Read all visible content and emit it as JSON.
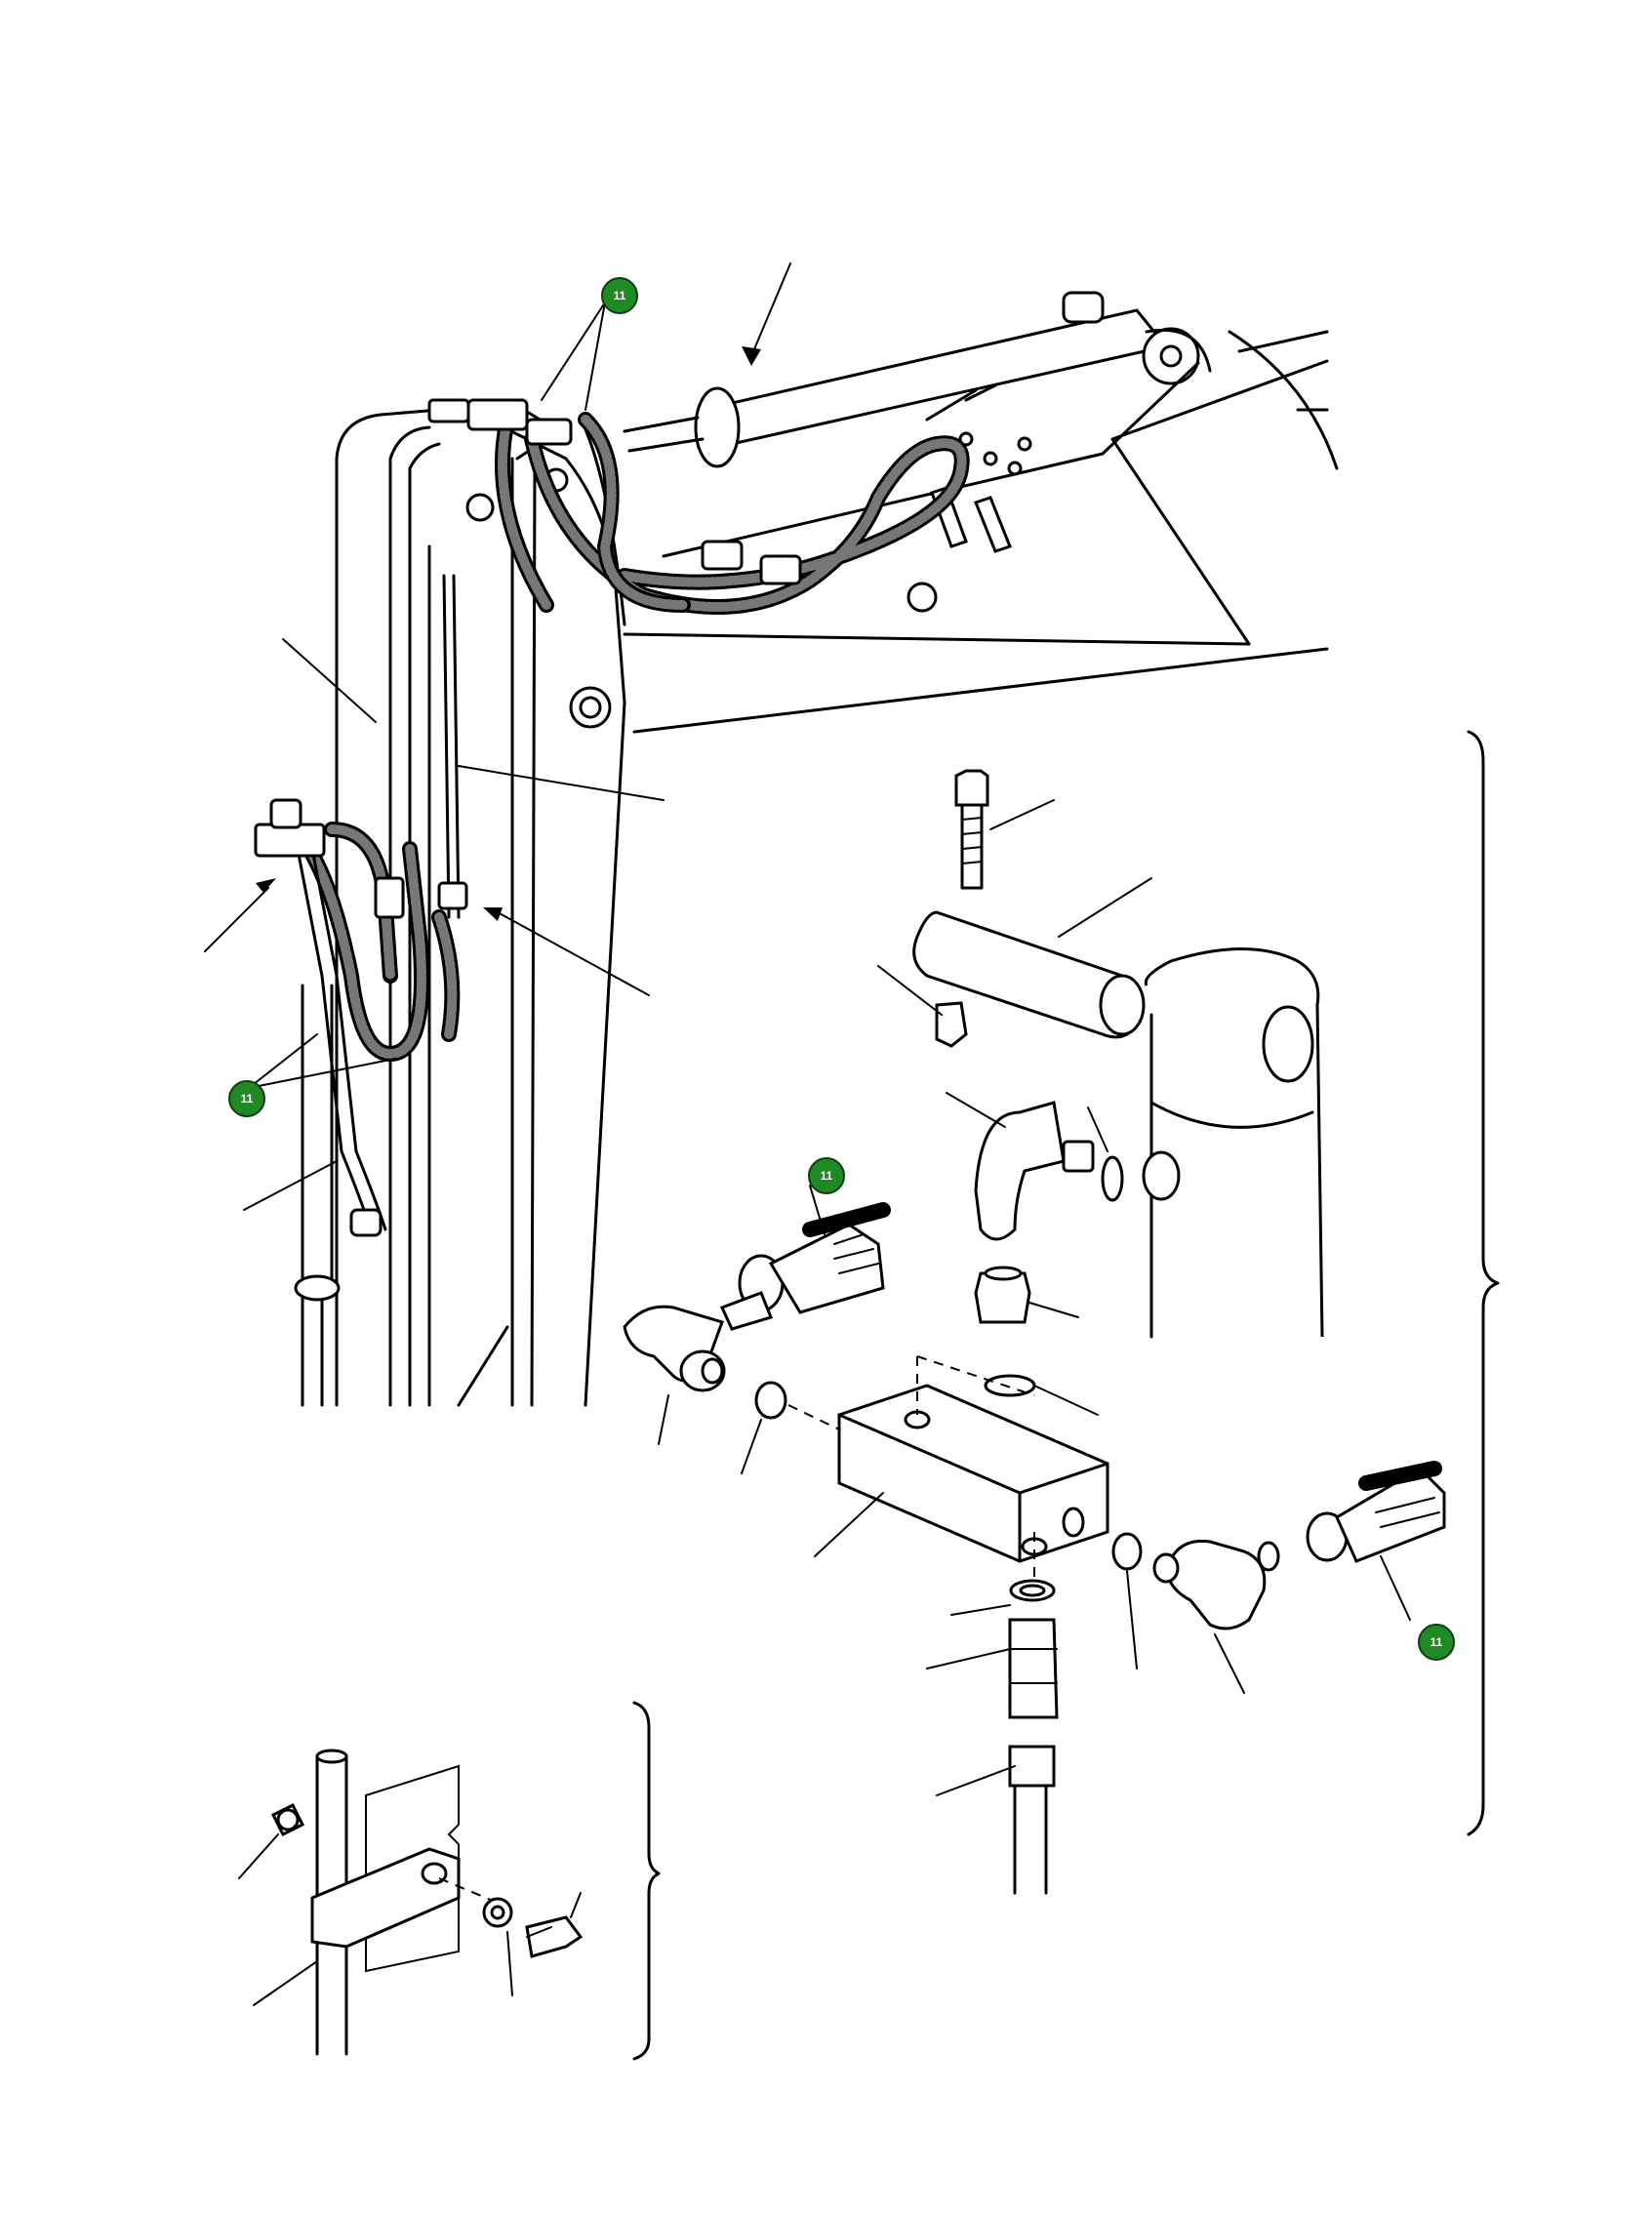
{
  "callout_color": "#1f8a24",
  "callouts": [
    {
      "label": "11"
    },
    {
      "label": "11"
    },
    {
      "label": "11"
    },
    {
      "label": "11"
    }
  ]
}
